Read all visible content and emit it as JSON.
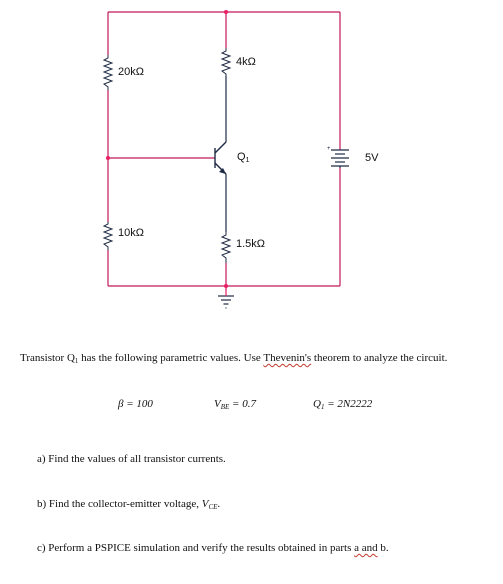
{
  "circuit": {
    "r_top_left": "20kΩ",
    "r_bottom_left": "10kΩ",
    "r_collector": "4kΩ",
    "r_emitter": "1.5kΩ",
    "transistor": "Q",
    "transistor_sub": "1",
    "source": "5V"
  },
  "problem": {
    "intro_1": "Transistor Q",
    "intro_sub": "1",
    "intro_2": " has the following parametric values.  Use ",
    "intro_link": "Thevenin's",
    "intro_3": " theorem to analyze the circuit.",
    "beta": "β = 100",
    "vbe_sym": "V",
    "vbe_sub": "BE",
    "vbe_val": " = 0.7",
    "q_sym": "Q",
    "q_sub": "1",
    "q_val": " = 2N2222",
    "part_a": "a)   Find the values of all transistor currents.",
    "part_b": "b)   Find the collector-emitter voltage, ",
    "part_b_sym": "V",
    "part_b_sub": "CE",
    "part_b_end": ".",
    "part_c": "c)   Perform a PSPICE simulation and verify the results obtained in parts ",
    "part_c_link": "a and",
    "part_c_end": " b."
  },
  "colors": {
    "wire": "#c2185b",
    "component": "#1f2a44",
    "node": "#e91e63"
  }
}
